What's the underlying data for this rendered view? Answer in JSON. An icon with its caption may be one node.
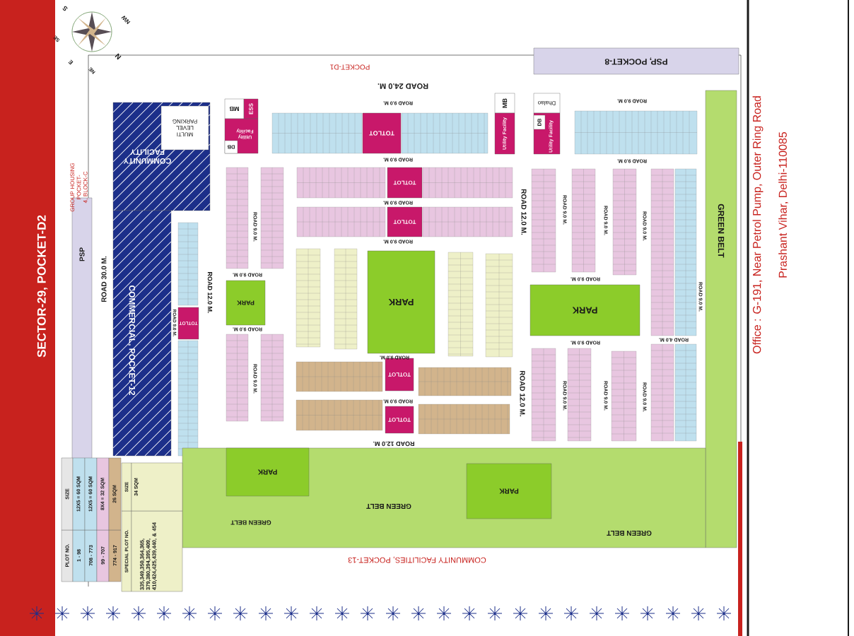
{
  "diagram": {
    "title": "SECTOR-29, POCKET-D2",
    "nodes": [
      {
        "text": [
          "COMMUNITY FACILITY"
        ]
      },
      {
        "text": [
          "COMMERCIAL, POCKET-12"
        ]
      },
      {
        "text": [
          "MULTI LEVEL PARKING"
        ],
        "in": 0
      },
      {
        "text": [
          "MB"
        ]
      },
      {
        "text": [
          "ESS"
        ]
      },
      {
        "text": [
          "Utility Facility"
        ]
      },
      {
        "text": [
          "DB"
        ],
        "in": 5
      },
      {
        "text": [
          "TOTLOT"
        ]
      },
      {
        "text": [
          "TOTLOT"
        ]
      },
      {
        "text": [
          "TOTLOT"
        ]
      },
      {
        "text": [
          "TOTLOT"
        ]
      },
      {
        "text": [
          "TOTLOT"
        ]
      },
      {
        "text": [
          "TOTLOT"
        ]
      },
      {
        "text": [
          "MB"
        ]
      },
      {
        "text": [
          "Utility Facility"
        ]
      },
      {
        "text": [
          "Dhalao"
        ]
      },
      {
        "text": [
          "Utility Facility"
        ]
      },
      {
        "text": [
          "DB"
        ],
        "in": 16
      },
      {
        "text": [
          "PARK"
        ]
      },
      {
        "text": [
          "PARK"
        ]
      },
      {
        "text": [
          "PARK"
        ]
      },
      {
        "text": [
          "GREEN BELT"
        ]
      },
      {
        "text": [
          "GREEN BELT",
          "GREEN BELT",
          "GREEN BELT"
        ]
      },
      {
        "text": [
          "PARK"
        ],
        "in": 22
      },
      {
        "text": [
          "PARK"
        ],
        "in": 22
      },
      {
        "text": [
          "PSP"
        ]
      },
      {
        "text": [
          "PSP, POCKET-8"
        ]
      }
    ],
    "labels": [
      "S",
      "NW",
      "N",
      "NE",
      "SE",
      "E",
      "POCKET-D1",
      "ROAD 24.0 M.",
      "GROUP HOUSING POCKET-4, BLOCK-C",
      "ROAD 30.0 M.",
      "COMMUNITY FACILITIES, POCKET-13",
      "ROAD 9.0 M.",
      "ROAD 9.0 M.",
      "ROAD 9.0 M.",
      "ROAD 9.0 M.",
      "ROAD 9.0 M.",
      "ROAD 12.0 M.",
      "ROAD 9.0 M.",
      "ROAD 9.0 M.",
      "ROAD 12.0 M.",
      "ROAD 9.0 M.",
      "ROAD 9.0 M.",
      "ROAD 9.0 M.",
      "ROAD 9.0 M.",
      "ROAD 12.0 M.",
      "ROAD 12.0 M.",
      "ROAD 9.0 M.",
      "ROAD 9.0 M.",
      "ROAD 9.0 M.",
      "ROAD 9.0 M.",
      "ROAD 9.0 M.",
      "ROAD 9.0 M.",
      "ROAD 4.0 M.",
      "ROAD 9.0 M.",
      "ROAD 9.0 M.",
      "ROAD 9.0 M.",
      "ROAD 9.0 M.",
      "ROAD 9.0 M.",
      "PLOT NO.",
      "SIZE",
      "1 - 98",
      "12X5 = 60 SQM",
      "708 - 773",
      "12X5 = 60 SQM",
      "99 - 707",
      "8X4 = 32 SQM",
      "774 - 917",
      "26 SQM",
      "SPECIAL PLOT NO.",
      "SIZE",
      "335,349,350,364,365, 379,380,394,395,409, 410,424,425,439,440, & 454",
      "34 SQM",
      "Office : G-191, Near Petrol Pump, Outer Ring Road",
      "Prashant Vihar, Delhi-110085"
    ]
  }
}
